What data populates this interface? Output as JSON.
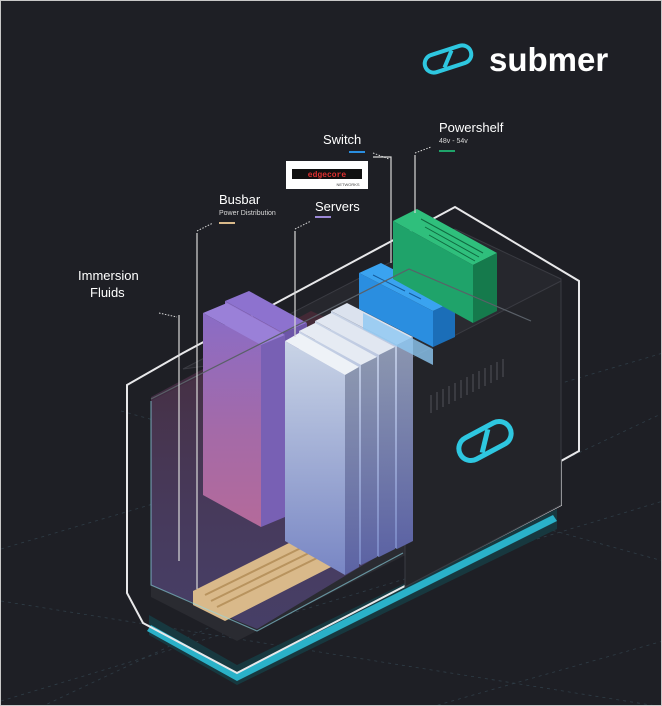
{
  "brand": {
    "name": "submer"
  },
  "labels": {
    "immersion": {
      "line1": "Immersion",
      "line2": "Fluids"
    },
    "busbar": {
      "title": "Busbar",
      "subtitle": "Power Distribution"
    },
    "servers": {
      "title": "Servers"
    },
    "switch": {
      "title": "Switch",
      "vendor_logo": "edgecore",
      "vendor_sub": "NETWORKS"
    },
    "powershelf": {
      "title": "Powershelf",
      "subtitle": "48v - 54v"
    }
  },
  "colors": {
    "background": "#1e1f25",
    "accent_cyan": "#2ec7e0",
    "busbar": "#d9b98a",
    "servers": "#9b88d6",
    "switch": "#2a8ee0",
    "powershelf": "#1fa36a"
  }
}
